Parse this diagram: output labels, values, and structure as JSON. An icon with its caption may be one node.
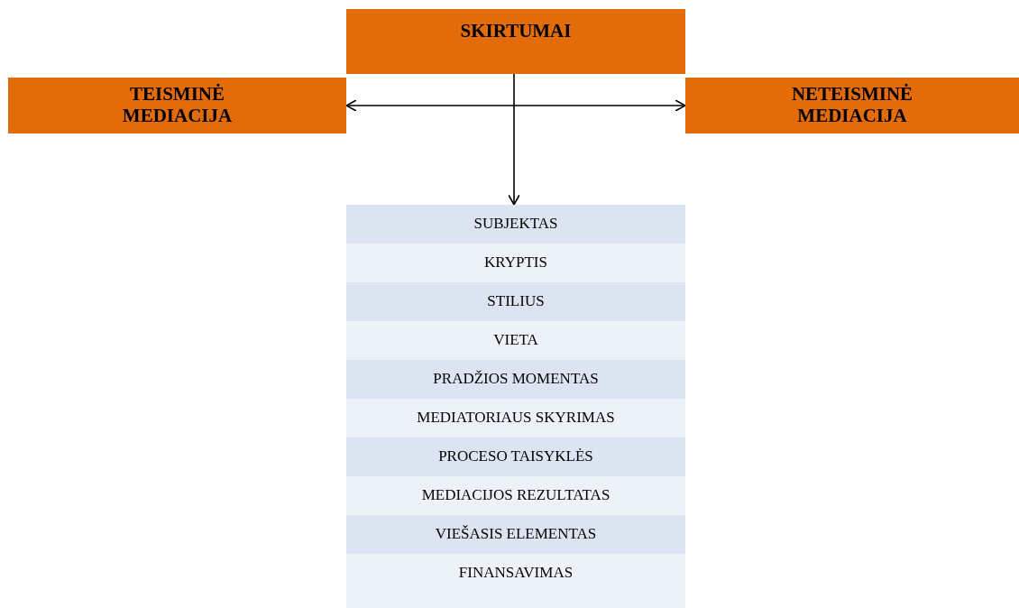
{
  "diagram": {
    "nodes": [
      {
        "text": [
          "SKIRTUMAI"
        ]
      },
      {
        "text": [
          "TEISMINĖ MEDIACIJA"
        ]
      },
      {
        "text": [
          "NETEISMINĖ MEDIACIJA"
        ]
      },
      {
        "text": [],
        "shape": "box"
      },
      {
        "text": [
          "SUBJEKTAS"
        ],
        "in": 3
      },
      {
        "text": [
          "KRYPTIS"
        ],
        "in": 3
      },
      {
        "text": [
          "STILIUS"
        ],
        "in": 3
      },
      {
        "text": [
          "VIETA"
        ],
        "in": 3
      },
      {
        "text": [
          "PRADŽIOS MOMENTAS"
        ],
        "in": 3
      },
      {
        "text": [
          "MEDIATORIAUS SKYRIMAS"
        ],
        "in": 3
      },
      {
        "text": [
          "PROCESO TAISYKLĖS"
        ],
        "in": 3
      },
      {
        "text": [
          "MEDIACIJOS REZULTATAS"
        ],
        "in": 3
      },
      {
        "text": [
          "VIEŠASIS ELEMENTAS"
        ],
        "in": 3
      },
      {
        "text": [
          "FINANSAVIMAS"
        ],
        "in": 3
      }
    ],
    "edges": [
      {
        "from": 1,
        "to": 2,
        "arrow": "both"
      },
      {
        "from": 0,
        "to": 3,
        "arrow": "to"
      }
    ]
  }
}
